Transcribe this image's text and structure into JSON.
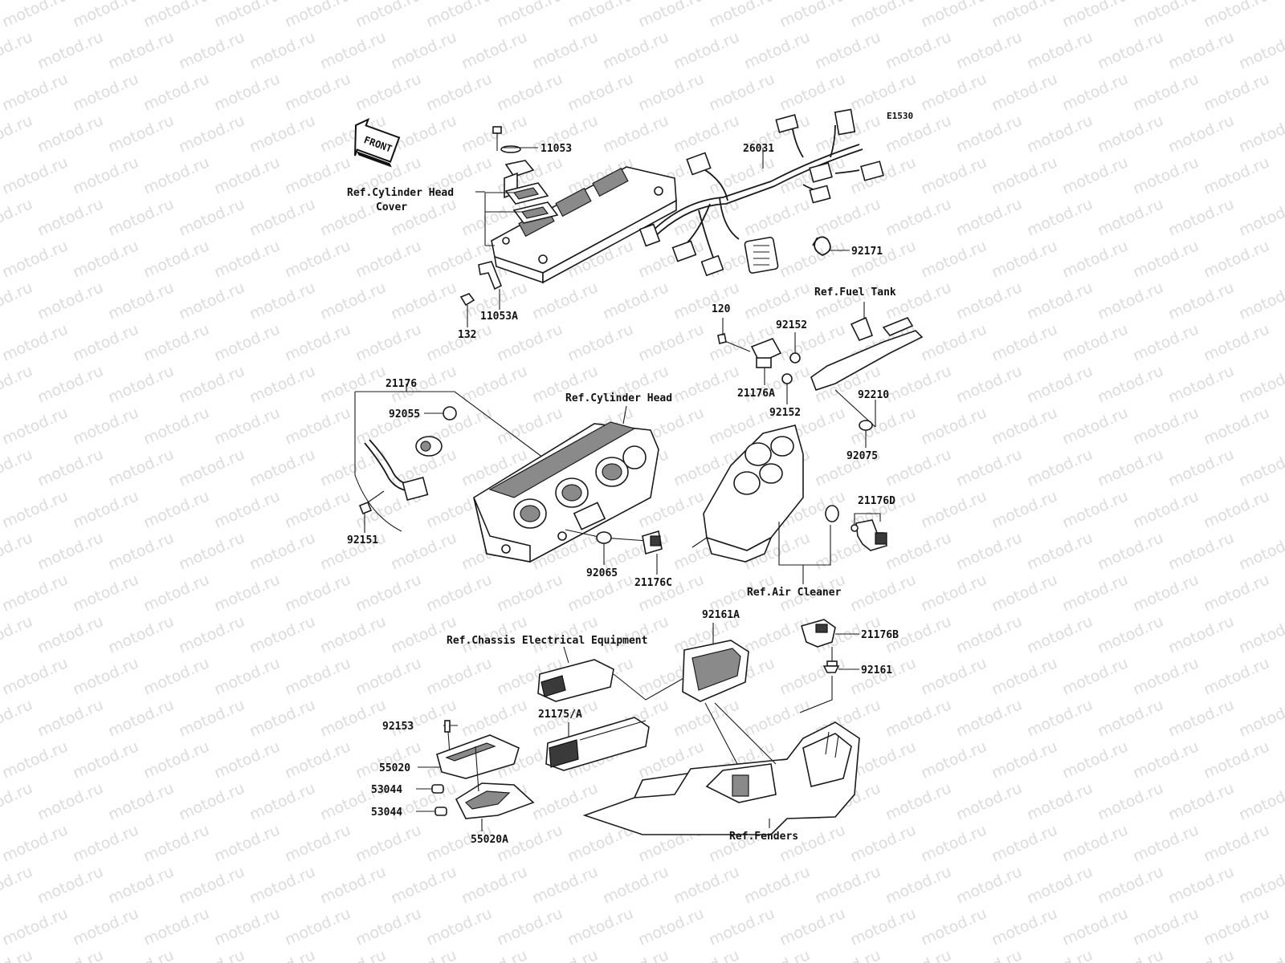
{
  "diagram_code": "E1530",
  "watermark": "motod.ru",
  "front_label": "FRONT",
  "labels": {
    "p11053": "11053",
    "p26031": "26031",
    "ref_cyl_head_cover_1": "Ref.Cylinder Head",
    "ref_cyl_head_cover_2": "Cover",
    "p92171": "92171",
    "ref_fuel_tank": "Ref.Fuel Tank",
    "p132": "132",
    "p11053a": "11053A",
    "p120": "120",
    "p92152_top": "92152",
    "p21176": "21176",
    "ref_cyl_head": "Ref.Cylinder Head",
    "p21176a": "21176A",
    "p92152_bottom": "92152",
    "p92210": "92210",
    "p92055": "92055",
    "p92075": "92075",
    "p21176d": "21176D",
    "p92151": "92151",
    "p92065": "92065",
    "p21176c": "21176C",
    "ref_air_cleaner": "Ref.Air Cleaner",
    "p92161a": "92161A",
    "p21176b": "21176B",
    "ref_chassis": "Ref.Chassis Electrical Equipment",
    "p92161": "92161",
    "p21175a": "21175/A",
    "p92153": "92153",
    "p55020": "55020",
    "p53044_top": "53044",
    "p53044_bottom": "53044",
    "p55020a": "55020A",
    "ref_fenders": "Ref.Fenders"
  }
}
